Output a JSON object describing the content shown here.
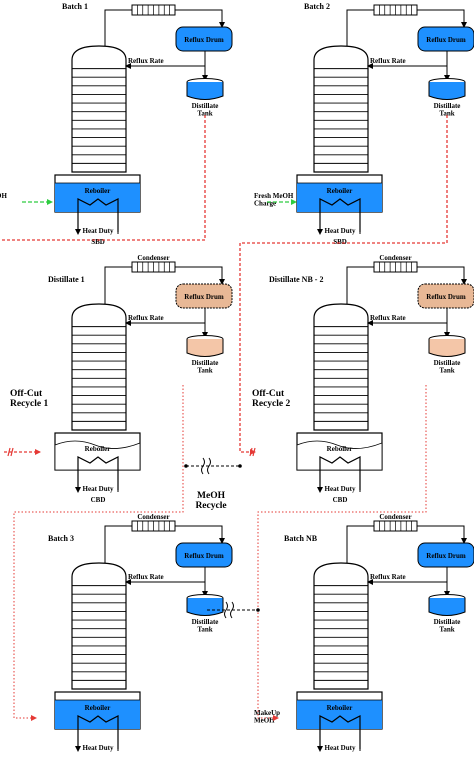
{
  "units": [
    {
      "id": "u1",
      "title": "Batch 1",
      "condenser": "",
      "drum": "Reflux Drum",
      "reflux": "Reflux Rate",
      "tank": "Distillate\nTank",
      "reboiler": "Reboiler",
      "heat": "Heat Duty",
      "bottom": "SBD",
      "feed": "",
      "colors": {
        "liquid": "#1e90ff",
        "drum": "#1e90ff",
        "tank": "#1e90ff",
        "reboiler": "#1e90ff"
      }
    },
    {
      "id": "u2",
      "title": "Batch 2",
      "condenser": "",
      "drum": "Reflux Drum",
      "reflux": "Reflux Rate",
      "tank": "Distillate\nTank",
      "reboiler": "Reboiler",
      "heat": "Heat Duty",
      "bottom": "SBD",
      "feed": "Fresh MeOH\nCharge",
      "colors": {
        "liquid": "#1e90ff",
        "drum": "#1e90ff",
        "tank": "#1e90ff",
        "reboiler": "#1e90ff"
      }
    },
    {
      "id": "u3",
      "title": "Distillate 1",
      "condenser": "Condenser",
      "drum": "Reflux Drum",
      "reflux": "Reflux Rate",
      "tank": "Distillate\nTank",
      "reboiler": "Reboiler",
      "heat": "Heat Duty",
      "bottom": "CBD",
      "feed": "",
      "side": "Off-Cut\nRecycle 1",
      "colors": {
        "liquid": "#ffffff",
        "drum": "#e8b896",
        "tank": "#f4c6a8",
        "reboiler": "#ffffff"
      }
    },
    {
      "id": "u4",
      "title": "Distillate NB - 2",
      "condenser": "Condenser",
      "drum": "Reflux Drum",
      "reflux": "Reflux Rate",
      "tank": "Distillate\nTank",
      "reboiler": "Reboiler",
      "heat": "Heat Duty",
      "bottom": "CBD",
      "feed": "",
      "side": "Off-Cut\nRecycle 2",
      "colors": {
        "liquid": "#ffffff",
        "drum": "#e8b896",
        "tank": "#f4c6a8",
        "reboiler": "#ffffff"
      }
    },
    {
      "id": "u5",
      "title": "Batch 3",
      "condenser": "Condenser",
      "drum": "Reflux Drum",
      "reflux": "Reflux Rate",
      "tank": "Distillate\nTank",
      "reboiler": "Reboiler",
      "heat": "Heat Duty",
      "bottom": "",
      "feed": "",
      "colors": {
        "liquid": "#1e90ff",
        "drum": "#1e90ff",
        "tank": "#1e90ff",
        "reboiler": "#1e90ff"
      }
    },
    {
      "id": "u6",
      "title": "Batch NB",
      "condenser": "Condenser",
      "drum": "Reflux Drum",
      "reflux": "Reflux Rate",
      "tank": "Distillate\nTank",
      "reboiler": "Reboiler",
      "heat": "Heat Duty",
      "bottom": "",
      "feed": "MakeUp\nMeOH",
      "colors": {
        "liquid": "#1e90ff",
        "drum": "#1e90ff",
        "tank": "#1e90ff",
        "reboiler": "#1e90ff"
      }
    }
  ],
  "left_fragment": "OH\ne",
  "recycle": "MeOH\nRecycle",
  "line_colors": {
    "red": "#e53935",
    "green": "#2ecc40",
    "black": "#000000"
  }
}
